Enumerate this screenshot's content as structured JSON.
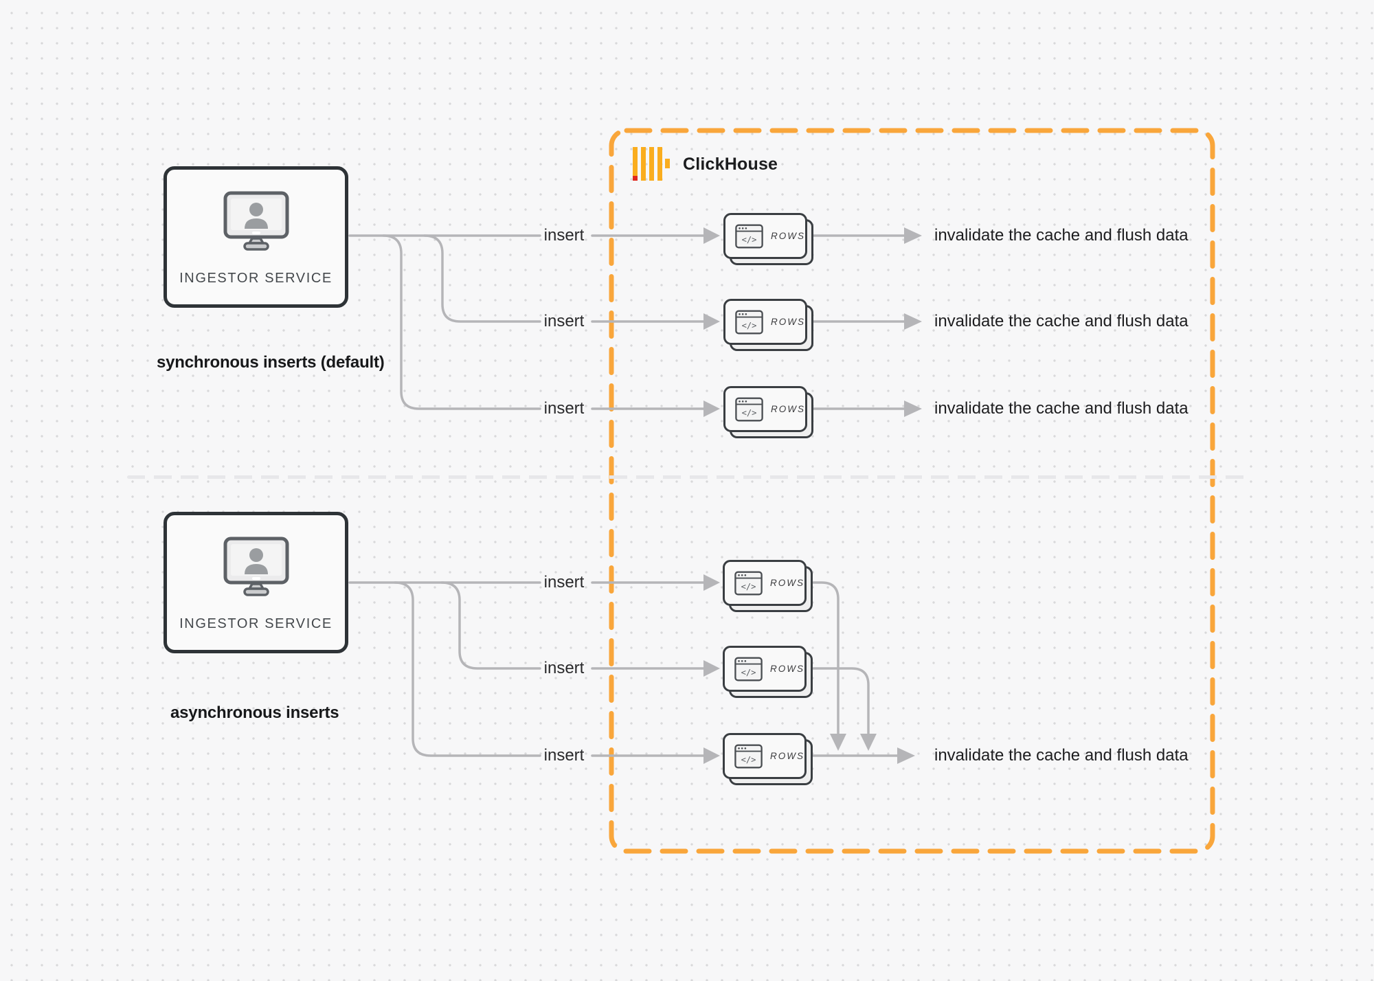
{
  "clickhouse": {
    "brand_label": "ClickHouse"
  },
  "sections": {
    "sync": {
      "caption": "synchronous inserts (default)",
      "service_label": "INGESTOR SERVICE",
      "rows": [
        {
          "insert_label": "insert",
          "node_label": "ROWS",
          "result_label": "invalidate the cache and flush data"
        },
        {
          "insert_label": "insert",
          "node_label": "ROWS",
          "result_label": "invalidate the cache and flush data"
        },
        {
          "insert_label": "insert",
          "node_label": "ROWS",
          "result_label": "invalidate the cache and flush data"
        }
      ]
    },
    "async": {
      "caption": "asynchronous inserts",
      "service_label": "INGESTOR SERVICE",
      "rows": [
        {
          "insert_label": "insert",
          "node_label": "ROWS"
        },
        {
          "insert_label": "insert",
          "node_label": "ROWS"
        },
        {
          "insert_label": "insert",
          "node_label": "ROWS"
        }
      ],
      "result_label": "invalidate the cache and flush data"
    }
  },
  "rows_card": {
    "code_glyph": "</>"
  },
  "icons": {
    "service_icon": "monitor-user-icon",
    "node_icon": "code-window-icon",
    "brand_icon": "clickhouse-logo-icon"
  },
  "colors": {
    "accent_orange": "#F9A63B",
    "logo_yellow": "#FAAD1E",
    "logo_red": "#E0281E",
    "connector_gray": "#B5B5B8",
    "divider_gray": "#E7E7EA"
  }
}
